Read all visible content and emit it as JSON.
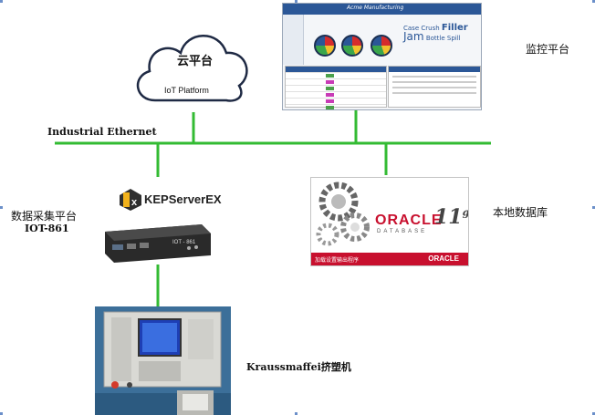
{
  "cloud": {
    "title": "云平台",
    "subtitle": "IoT Platform"
  },
  "network": {
    "label": "Industrial Ethernet"
  },
  "monitor": {
    "label": "监控平台",
    "screen_title": "Acme Manufacturing",
    "word_cloud": [
      "Case",
      "Crush",
      "Filler",
      "Jam",
      "Bottle Spill"
    ]
  },
  "collector": {
    "label_cn": "数据采集平台",
    "label_model": "IOT-861",
    "software": "KEPServerEX",
    "device_text": "IOT - 861"
  },
  "database": {
    "label": "本地数据库",
    "brand": "ORACLE",
    "product": "DATABASE",
    "version": "11",
    "version_suffix": "g",
    "bar_text": "加载设置输出程序",
    "bar_brand": "ORACLE"
  },
  "machine": {
    "label": "Kraussmaffei挤塑机"
  },
  "colors": {
    "network_line": "#33bb33",
    "oracle_red": "#c8102e",
    "accent_blue": "#2b5797"
  }
}
